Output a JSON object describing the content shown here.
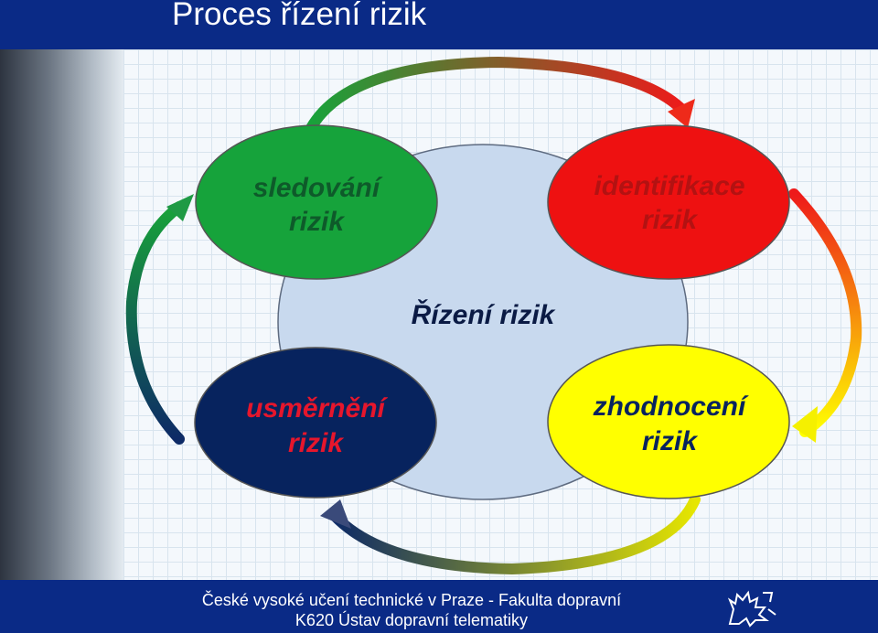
{
  "slide": {
    "title": "Proces řízení rizik"
  },
  "diagram": {
    "center_label": "Řízení rizik",
    "nodes": [
      {
        "id": "sledovani",
        "line1": "sledování",
        "line2": "rizik",
        "fill": "#16a33b",
        "text_color": "#0e5a2a"
      },
      {
        "id": "identifikace",
        "line1": "identifikace",
        "line2": "rizik",
        "fill": "#ee1111",
        "text_color": "#b31212"
      },
      {
        "id": "usmerneni",
        "line1": "usměrnění",
        "line2": "rizik",
        "fill": "#07235e",
        "text_color": "#e6162c"
      },
      {
        "id": "zhodnoceni",
        "line1": "zhodnocení",
        "line2": "rizik",
        "fill": "#ffff00",
        "text_color": "#07235e"
      }
    ],
    "center_fill": "#c8d9ee"
  },
  "footer": {
    "line1": "České vysoké učení technické v Praze - Fakulta dopravní",
    "line2": "K620 Ústav dopravní telematiky"
  }
}
